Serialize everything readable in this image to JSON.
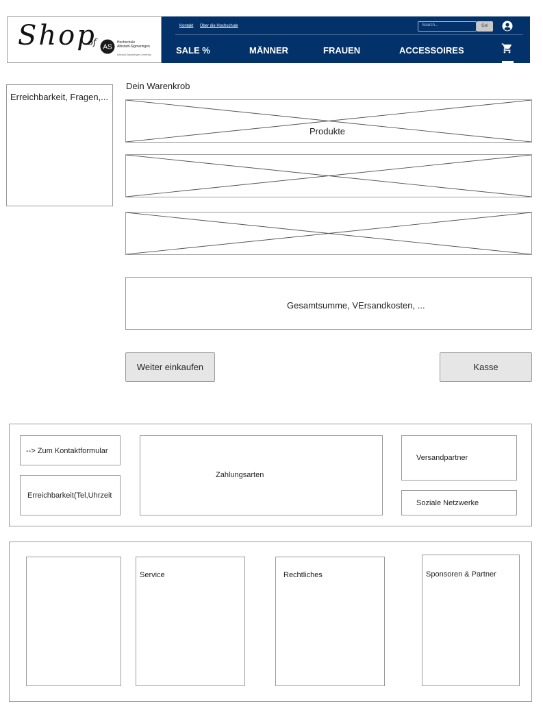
{
  "header": {
    "logo": {
      "shop": "Shop",
      "of": "of",
      "emblem": "AS",
      "school_line1": "Hochschule",
      "school_line2": "Albstadt-Sigmaringen",
      "school_sub": "Albstadt-Sigmaringen University"
    },
    "top_links": [
      "Kontakt",
      "Über die Hochschule"
    ],
    "search": {
      "placeholder": "Search...",
      "button": "Go!"
    },
    "user_icon": "account-circle-icon",
    "nav": [
      "SALE %",
      "MÄNNER",
      "FRAUEN",
      "ACCESSOIRES"
    ],
    "cart_icon": "shopping-cart-icon",
    "colors": {
      "navbar": "#023269",
      "text": "#ffffff"
    }
  },
  "sidebar": {
    "text": "Erreichbarkeit, Fragen,..."
  },
  "cart": {
    "title": "Dein Warenkrob",
    "product_label": "Produkte",
    "totals": "Gesamtsumme, VErsandkosten, ...",
    "continue_button": "Weiter einkaufen",
    "checkout_button": "Kasse"
  },
  "footer_info": {
    "contact_link": "--> Zum Kontaktformular",
    "reachability": "Erreichbarkeit(Tel,Uhrzeit",
    "payment": "Zahlungsarten",
    "shipping": "Versandpartner",
    "social": "Soziale Netzwerke"
  },
  "footer_columns": [
    "",
    "Service",
    "Rechtliches",
    "Sponsoren & Partner"
  ]
}
